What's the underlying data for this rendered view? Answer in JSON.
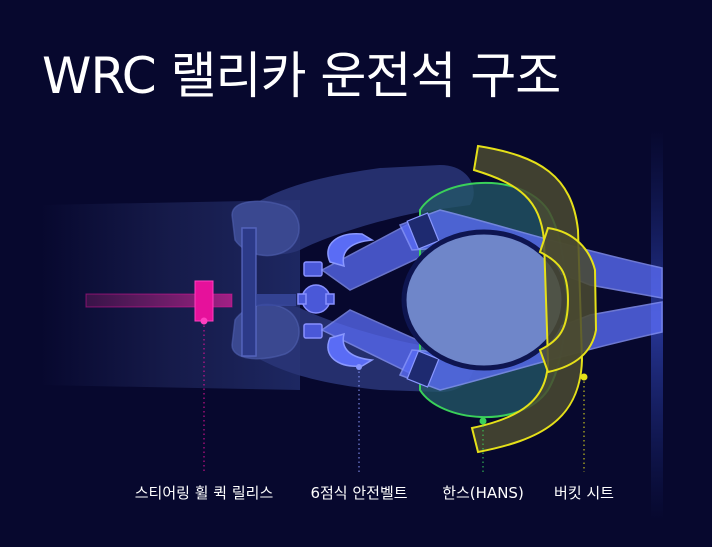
{
  "title": "WRC 랠리카 운전석 구조",
  "labels": {
    "steering_quick_release": "스티어링 휠 퀵 릴리스",
    "six_point_belt": "6점식 안전벨트",
    "hans": "한스(HANS)",
    "bucket_seat": "버킷 시트"
  },
  "colors": {
    "background": "#07082e",
    "steering": "#e6119b",
    "belt": "#5a6cf5",
    "hans": "#3ad05a",
    "seat": "#e5e019",
    "helmet": "#6f86c9",
    "body": "#2a3470"
  }
}
